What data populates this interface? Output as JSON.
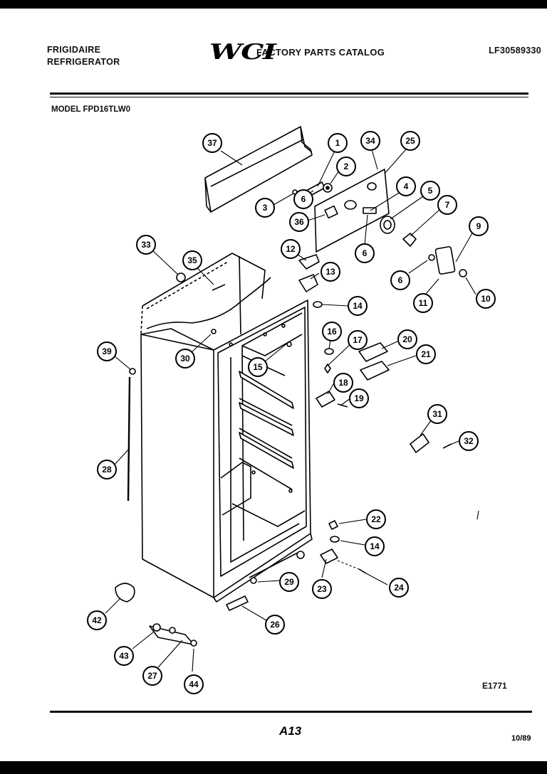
{
  "header": {
    "brand_line1": "FRIGIDAIRE",
    "brand_line2": "REFRIGERATOR",
    "logo": "WCI",
    "catalog_title": "FACTORY PARTS CATALOG",
    "catalog_number": "LF30589330"
  },
  "model_label": "MODEL FPD16TLW0",
  "callouts": [
    "37",
    "1",
    "2",
    "34",
    "25",
    "3",
    "6",
    "36",
    "4",
    "5",
    "7",
    "6",
    "9",
    "33",
    "35",
    "12",
    "13",
    "6",
    "11",
    "10",
    "14",
    "16",
    "17",
    "20",
    "21",
    "30",
    "15",
    "39",
    "18",
    "19",
    "31",
    "32",
    "28",
    "22",
    "14",
    "29",
    "23",
    "24",
    "42",
    "26",
    "43",
    "27",
    "44"
  ],
  "footer": {
    "drawing_ref": "E1771",
    "page_number": "A13",
    "date": "10/89"
  }
}
